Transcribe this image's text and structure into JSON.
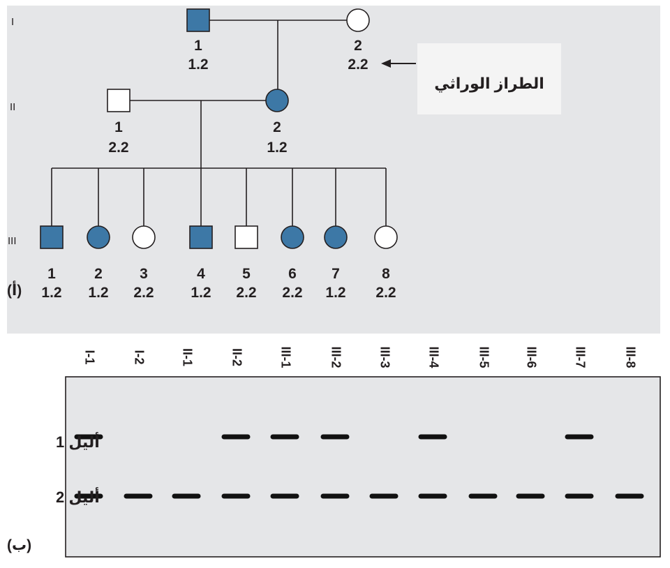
{
  "colors": {
    "affected_fill": "#3d78a6",
    "unaffected_fill": "#ffffff",
    "line": "#231f20",
    "panel_bg": "#e5e6e8",
    "gel_bg": "#e5e6e8",
    "band": "#111111",
    "callout_bg": "#f4f4f4"
  },
  "generations": [
    {
      "label": "I",
      "members": [
        {
          "number": "1",
          "genotype": "1.2",
          "sex": "male",
          "affected": true
        },
        {
          "number": "2",
          "genotype": "2.2",
          "sex": "female",
          "affected": false
        }
      ]
    },
    {
      "label": "II",
      "members": [
        {
          "number": "1",
          "genotype": "2.2",
          "sex": "male",
          "affected": false
        },
        {
          "number": "2",
          "genotype": "1.2",
          "sex": "female",
          "affected": true
        }
      ]
    },
    {
      "label": "III",
      "members": [
        {
          "number": "1",
          "genotype": "1.2",
          "sex": "male",
          "affected": true
        },
        {
          "number": "2",
          "genotype": "1.2",
          "sex": "female",
          "affected": true
        },
        {
          "number": "3",
          "genotype": "2.2",
          "sex": "female",
          "affected": false
        },
        {
          "number": "4",
          "genotype": "1.2",
          "sex": "male",
          "affected": true
        },
        {
          "number": "5",
          "genotype": "2.2",
          "sex": "male",
          "affected": false
        },
        {
          "number": "6",
          "genotype": "2.2",
          "sex": "female",
          "affected": true
        },
        {
          "number": "7",
          "genotype": "1.2",
          "sex": "female",
          "affected": true
        },
        {
          "number": "8",
          "genotype": "2.2",
          "sex": "female",
          "affected": false
        }
      ]
    }
  ],
  "callout": {
    "text": "الطراز الوراثي",
    "arrow": "left-arrow"
  },
  "panel_a_label": "(أ)",
  "gel": {
    "lanes": [
      "I-1",
      "I-2",
      "II-1",
      "II-2",
      "III-1",
      "III-2",
      "III-3",
      "III-4",
      "III-5",
      "III-6",
      "III-7",
      "III-8"
    ],
    "allele1_label": "أليل 1",
    "allele2_label": "أليل 2",
    "allele1_present": [
      true,
      false,
      false,
      true,
      true,
      true,
      false,
      true,
      false,
      false,
      true,
      false
    ],
    "allele2_present": [
      true,
      true,
      true,
      true,
      true,
      true,
      true,
      true,
      true,
      true,
      true,
      true
    ]
  },
  "panel_b_label": "(ب)"
}
